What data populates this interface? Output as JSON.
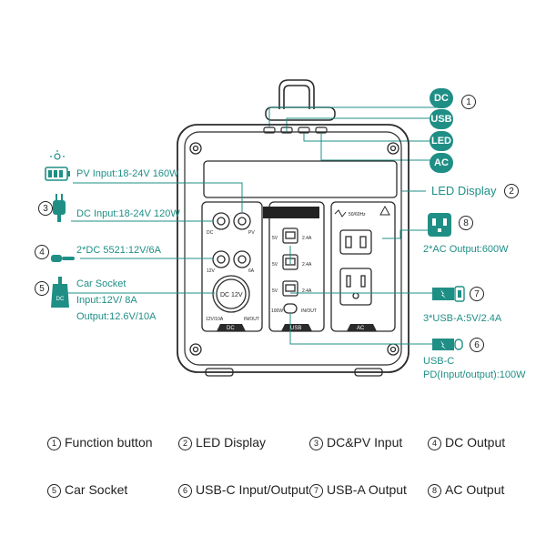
{
  "callouts": {
    "pv_input": "PV Input:18-24V 160W",
    "dc_input": "DC Input:18-24V 120W",
    "dc5521": "2*DC 5521:12V/6A",
    "car_socket_title": "Car Socket",
    "car_socket_input": "Input:12V/ 8A",
    "car_socket_output": "Output:12.6V/10A",
    "led_display": "LED Display",
    "ac_output": "2*AC Output:600W",
    "usb_a": "3*USB-A:5V/2.4A",
    "usb_c_title": "USB-C",
    "usb_c_spec": "PD(Input/output):100W"
  },
  "buttons": {
    "dc": "DC",
    "usb": "USB",
    "led": "LED",
    "ac": "AC"
  },
  "numbers": {
    "n1": "1",
    "n2": "2",
    "n3": "3",
    "n4": "4",
    "n5": "5",
    "n6": "6",
    "n7": "7",
    "n8": "8"
  },
  "panel_labels": {
    "dc": "DC",
    "pv": "PV",
    "v12": "12V",
    "a6": "6A",
    "dc12v": "DC 12V",
    "v12_10a": "12V/10A",
    "in_out": "IN/OUT",
    "dc_section": "DC",
    "v5_1": "5V",
    "v5_2": "5V",
    "v5_3": "5V",
    "a24_1": "2.4A",
    "a24_2": "2.4A",
    "a24_3": "2.4A",
    "w100": "100W",
    "pd_inout": "IN/OUT",
    "usb_section": "USB",
    "hz": "50/60Hz",
    "ac_section": "AC"
  },
  "legend": [
    {
      "num": "1",
      "label": "Function button"
    },
    {
      "num": "2",
      "label": "LED Display"
    },
    {
      "num": "3",
      "label": "DC&PV Input"
    },
    {
      "num": "4",
      "label": "DC Output"
    },
    {
      "num": "5",
      "label": "Car Socket"
    },
    {
      "num": "6",
      "label": "USB-C Input/Output"
    },
    {
      "num": "7",
      "label": "USB-A Output"
    },
    {
      "num": "8",
      "label": "AC Output"
    }
  ],
  "colors": {
    "accent": "#1f8f86",
    "outline": "#2b2b2b"
  }
}
